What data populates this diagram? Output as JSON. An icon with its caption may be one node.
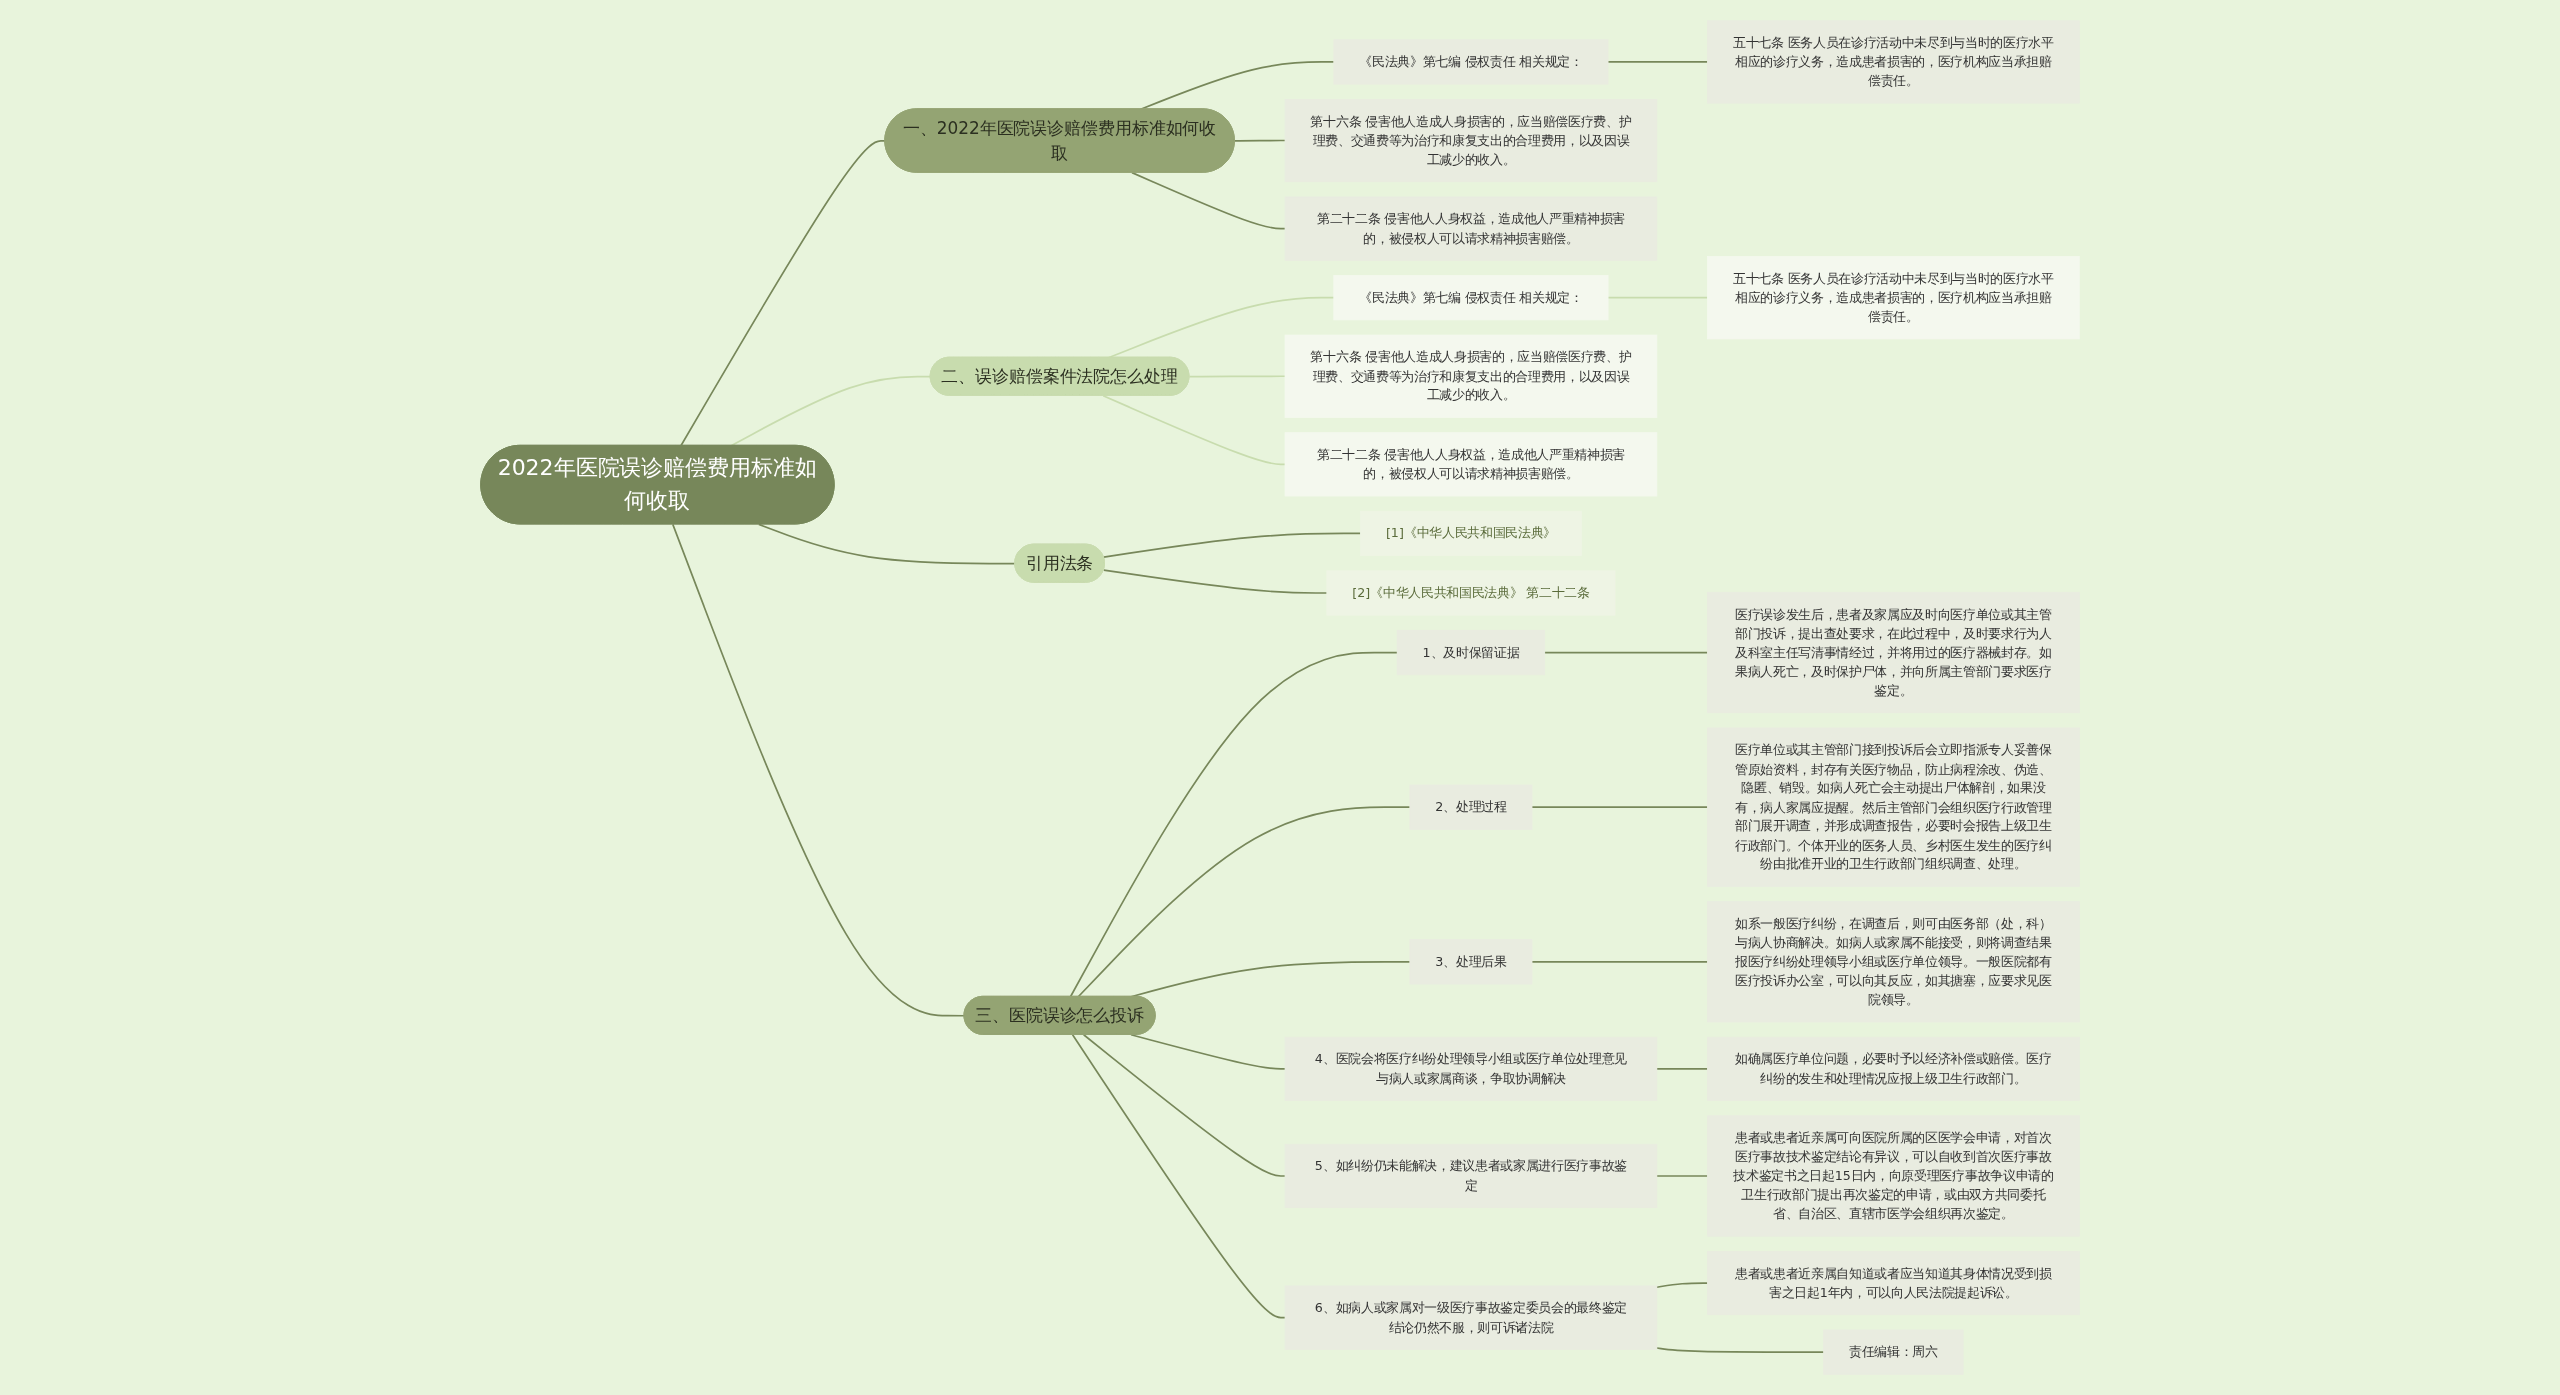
{
  "diagram": {
    "nodes": [
      {
        "text": [
          "2022年医院误诊赔偿费用标准如何收取"
        ]
      },
      {
        "text": [
          "一、2022年医院误诊赔偿费用标准如何收取"
        ]
      },
      {
        "text": [
          "《民法典》第七编 侵权责任 相关规定："
        ]
      },
      {
        "text": [
          "五十七条 医务人员在诊疗活动中未尽到与当时的医疗水平相应的诊疗义务，造成患者损害的，医疗机构应当承担赔偿责任。"
        ]
      },
      {
        "text": [
          "第十六条 侵害他人造成人身损害的，应当赔偿医疗费、护理费、交通费等为治疗和康复支出的合理费用，以及因误工减少的收入。"
        ]
      },
      {
        "text": [
          "第二十二条 侵害他人人身权益，造成他人严重精神损害的，被侵权人可以请求精神损害赔偿。"
        ]
      },
      {
        "text": [
          "二、误诊赔偿案件法院怎么处理"
        ]
      },
      {
        "text": [
          "《民法典》第七编 侵权责任 相关规定："
        ]
      },
      {
        "text": [
          "五十七条 医务人员在诊疗活动中未尽到与当时的医疗水平相应的诊疗义务，造成患者损害的，医疗机构应当承担赔偿责任。"
        ]
      },
      {
        "text": [
          "第十六条 侵害他人造成人身损害的，应当赔偿医疗费、护理费、交通费等为治疗和康复支出的合理费用，以及因误工减少的收入。"
        ]
      },
      {
        "text": [
          "第二十二条 侵害他人人身权益，造成他人严重精神损害的，被侵权人可以请求精神损害赔偿。"
        ]
      },
      {
        "text": [
          "引用法条"
        ]
      },
      {
        "text": [
          "[1]《中华人民共和国民法典》"
        ]
      },
      {
        "text": [
          "[2]《中华人民共和国民法典》 第二十二条"
        ]
      },
      {
        "text": [
          "三、医院误诊怎么投诉"
        ]
      },
      {
        "text": [
          "1、及时保留证据"
        ]
      },
      {
        "text": [
          "医疗误诊发生后，患者及家属应及时向医疗单位或其主管部门投诉，提出查处要求，在此过程中，及时要求行为人及科室主任写清事情经过，并将用过的医疗器械封存。如果病人死亡，及时保护尸体，并向所属主管部门要求医疗鉴定。"
        ]
      },
      {
        "text": [
          "2、处理过程"
        ]
      },
      {
        "text": [
          "医疗单位或其主管部门接到投诉后会立即指派专人妥善保管原始资料，封存有关医疗物品，防止病程涂改、伪造、隐匿、销毁。如病人死亡会主动提出尸体解剖，如果没有，病人家属应提醒。然后主管部门会组织医疗行政管理部门展开调查，并形成调查报告，必要时会报告上级卫生行政部门。个体开业的医务人员、乡村医生发生的医疗纠纷由批准开业的卫生行政部门组织调查、处理。"
        ]
      },
      {
        "text": [
          "3、处理后果"
        ]
      },
      {
        "text": [
          "如系一般医疗纠纷，在调查后，则可由医务部（处，科）与病人协商解决。如病人或家属不能接受，则将调查结果报医疗纠纷处理领导小组或医疗单位领导。一般医院都有医疗投诉办公室，可以向其反应，如其搪塞，应要求见医院领导。"
        ]
      },
      {
        "text": [
          "4、医院会将医疗纠纷处理领导小组或医疗单位处理意见与病人或家属商谈，争取协调解决"
        ]
      },
      {
        "text": [
          "如确属医疗单位问题，必要时予以经济补偿或赔偿。医疗纠纷的发生和处理情况应报上级卫生行政部门。"
        ]
      },
      {
        "text": [
          "5、如纠纷仍未能解决，建议患者或家属进行医疗事故鉴定"
        ]
      },
      {
        "text": [
          "患者或患者近亲属可向医院所属的区医学会申请，对首次医疗事故技术鉴定结论有异议，可以自收到首次医疗事故技术鉴定书之日起15日内，向原受理医疗事故争议申请的卫生行政部门提出再次鉴定的申请，或由双方共同委托省、自治区、直辖市医学会组织再次鉴定。"
        ]
      },
      {
        "text": [
          "6、如病人或家属对一级医疗事故鉴定委员会的最终鉴定结论仍然不服，则可诉诸法院"
        ]
      },
      {
        "text": [
          "患者或患者近亲属自知道或者应当知道其身体情况受到损害之日起1年内，可以向人民法院提起诉讼。"
        ]
      },
      {
        "text": [
          "责任编辑：周六"
        ]
      }
    ],
    "edges": [
      {
        "from": 0,
        "to": 1,
        "arrow": "none"
      },
      {
        "from": 1,
        "to": 2,
        "arrow": "none"
      },
      {
        "from": 2,
        "to": 3,
        "arrow": "none"
      },
      {
        "from": 1,
        "to": 4,
        "arrow": "none"
      },
      {
        "from": 1,
        "to": 5,
        "arrow": "none"
      },
      {
        "from": 0,
        "to": 6,
        "arrow": "none",
        "color": "#c8dcae"
      },
      {
        "from": 6,
        "to": 7,
        "arrow": "none",
        "color": "#c8dcae"
      },
      {
        "from": 7,
        "to": 8,
        "arrow": "none",
        "color": "#c8dcae"
      },
      {
        "from": 6,
        "to": 9,
        "arrow": "none",
        "color": "#c8dcae"
      },
      {
        "from": 6,
        "to": 10,
        "arrow": "none",
        "color": "#c8dcae"
      },
      {
        "from": 0,
        "to": 11,
        "arrow": "none"
      },
      {
        "from": 11,
        "to": 12,
        "arrow": "none"
      },
      {
        "from": 11,
        "to": 13,
        "arrow": "none"
      },
      {
        "from": 0,
        "to": 14,
        "arrow": "none"
      },
      {
        "from": 14,
        "to": 15,
        "arrow": "none"
      },
      {
        "from": 15,
        "to": 16,
        "arrow": "none"
      },
      {
        "from": 14,
        "to": 17,
        "arrow": "none"
      },
      {
        "from": 17,
        "to": 18,
        "arrow": "none"
      },
      {
        "from": 14,
        "to": 19,
        "arrow": "none"
      },
      {
        "from": 19,
        "to": 20,
        "arrow": "none"
      },
      {
        "from": 14,
        "to": 21,
        "arrow": "none"
      },
      {
        "from": 21,
        "to": 22,
        "arrow": "none"
      },
      {
        "from": 14,
        "to": 23,
        "arrow": "none"
      },
      {
        "from": 23,
        "to": 24,
        "arrow": "none"
      },
      {
        "from": 14,
        "to": 25,
        "arrow": "none"
      },
      {
        "from": 25,
        "to": 26,
        "arrow": "none"
      },
      {
        "from": 25,
        "to": 27,
        "arrow": "none"
      }
    ]
  }
}
